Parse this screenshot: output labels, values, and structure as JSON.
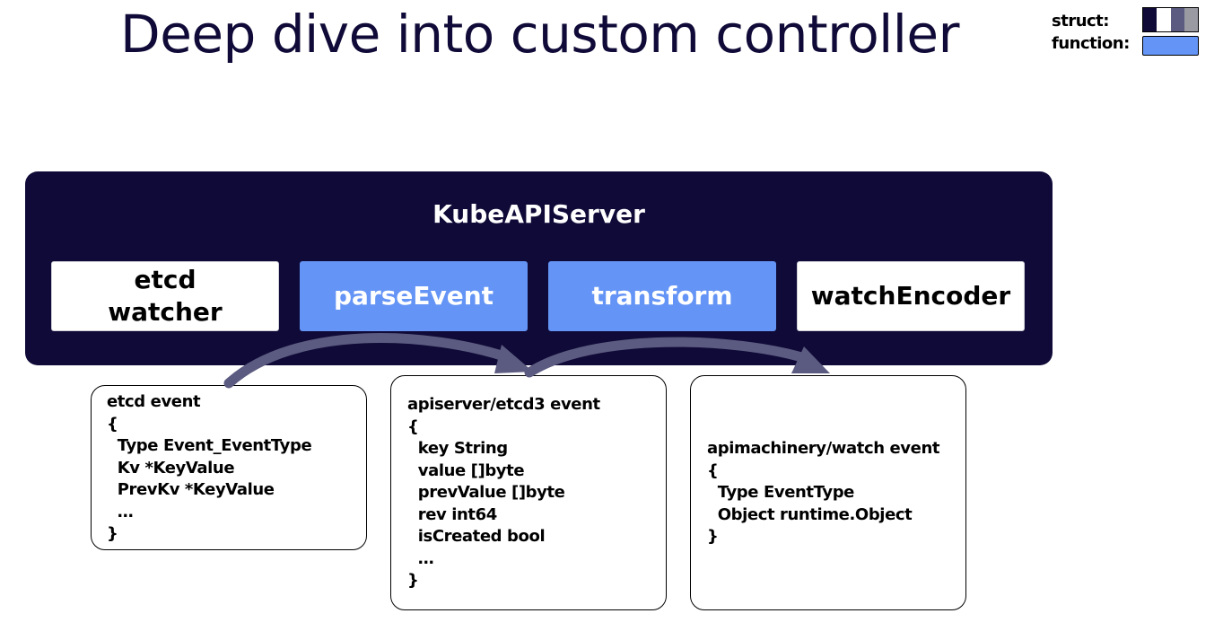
{
  "title": "Deep dive into custom controller",
  "legend": {
    "struct_label": "struct:",
    "function_label": "function:",
    "struct_colors": [
      "#0f0a37",
      "#ffffff",
      "#5b5a80",
      "#9a9aa3"
    ],
    "function_color": "#6494f5"
  },
  "server": {
    "title": "KubeAPIServer",
    "background": "#0f0a37",
    "components": [
      {
        "label": "etcd\nwatcher",
        "kind": "struct"
      },
      {
        "label": "parseEvent",
        "kind": "function"
      },
      {
        "label": "transform",
        "kind": "function"
      },
      {
        "label": "watchEncoder",
        "kind": "struct"
      }
    ]
  },
  "events": [
    {
      "lines": [
        "etcd event",
        "{",
        "  Type Event_EventType",
        "  Kv *KeyValue",
        "  PrevKv *KeyValue",
        "  …",
        "}"
      ]
    },
    {
      "lines": [
        "apiserver/etcd3 event",
        "{",
        "  key String",
        "  value []byte",
        "  prevValue []byte",
        "  rev int64",
        "  isCreated bool",
        "  …",
        "}"
      ]
    },
    {
      "lines": [
        "apimachinery/watch event",
        "{",
        "  Type EventType",
        "  Object runtime.Object",
        "}"
      ]
    }
  ],
  "arrow_color": "#5b5a80"
}
